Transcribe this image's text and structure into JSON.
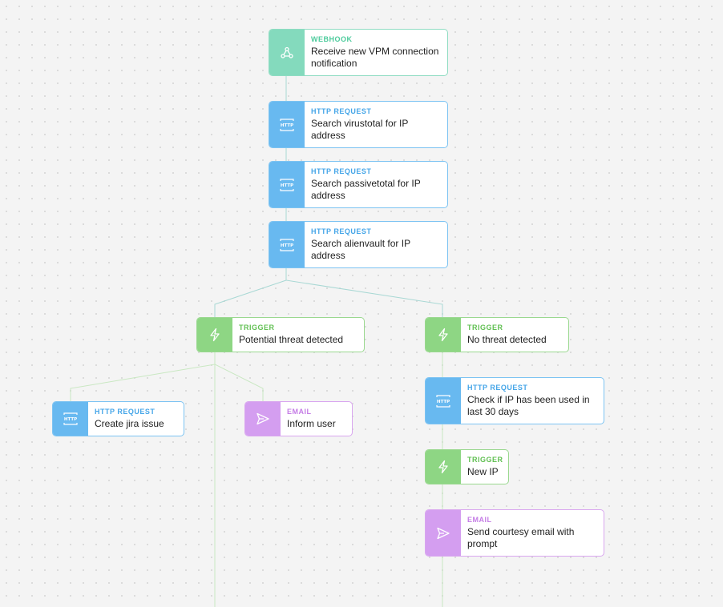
{
  "colors": {
    "webhook": "#84dabd",
    "http_request": "#68b9f0",
    "trigger": "#8ed684",
    "email": "#d49ef0",
    "edge_main": "#a8d8d4",
    "edge_branch": "#c9e8c2"
  },
  "nodes": [
    {
      "id": "webhook-vpm",
      "type": "webhook",
      "kind": "WEBHOOK",
      "title": "Receive new VPM connection notification",
      "icon": "webhook-icon"
    },
    {
      "id": "http-virustotal",
      "type": "http",
      "kind": "HTTP REQUEST",
      "title": "Search virustotal for IP address",
      "icon": "http-icon"
    },
    {
      "id": "http-passivetotal",
      "type": "http",
      "kind": "HTTP REQUEST",
      "title": "Search passivetotal for IP address",
      "icon": "http-icon"
    },
    {
      "id": "http-alienvault",
      "type": "http",
      "kind": "HTTP REQUEST",
      "title": "Search alienvault for IP address",
      "icon": "http-icon"
    },
    {
      "id": "trigger-threat",
      "type": "trigger",
      "kind": "TRIGGER",
      "title": "Potential threat detected",
      "icon": "lightning-icon"
    },
    {
      "id": "trigger-no-threat",
      "type": "trigger",
      "kind": "TRIGGER",
      "title": "No threat detected",
      "icon": "lightning-icon"
    },
    {
      "id": "http-jira",
      "type": "http",
      "kind": "HTTP REQUEST",
      "title": "Create jira issue",
      "icon": "http-icon"
    },
    {
      "id": "email-inform",
      "type": "email",
      "kind": "EMAIL",
      "title": "Inform user",
      "icon": "send-icon"
    },
    {
      "id": "http-check-ip",
      "type": "http",
      "kind": "HTTP REQUEST",
      "title": "Check if IP has been used in last 30 days",
      "icon": "http-icon"
    },
    {
      "id": "trigger-new-ip",
      "type": "trigger",
      "kind": "TRIGGER",
      "title": "New IP",
      "icon": "lightning-icon"
    },
    {
      "id": "email-courtesy",
      "type": "email",
      "kind": "EMAIL",
      "title": "Send courtesy email with prompt",
      "icon": "send-icon"
    }
  ],
  "edges": [
    {
      "from": "webhook-vpm",
      "to": "http-virustotal"
    },
    {
      "from": "http-virustotal",
      "to": "http-passivetotal"
    },
    {
      "from": "http-passivetotal",
      "to": "http-alienvault"
    },
    {
      "from": "http-alienvault",
      "to": "trigger-threat"
    },
    {
      "from": "http-alienvault",
      "to": "trigger-no-threat"
    },
    {
      "from": "trigger-threat",
      "to": "http-jira"
    },
    {
      "from": "trigger-threat",
      "to": "email-inform"
    },
    {
      "from": "trigger-no-threat",
      "to": "http-check-ip"
    },
    {
      "from": "http-check-ip",
      "to": "trigger-new-ip"
    },
    {
      "from": "trigger-new-ip",
      "to": "email-courtesy"
    }
  ]
}
